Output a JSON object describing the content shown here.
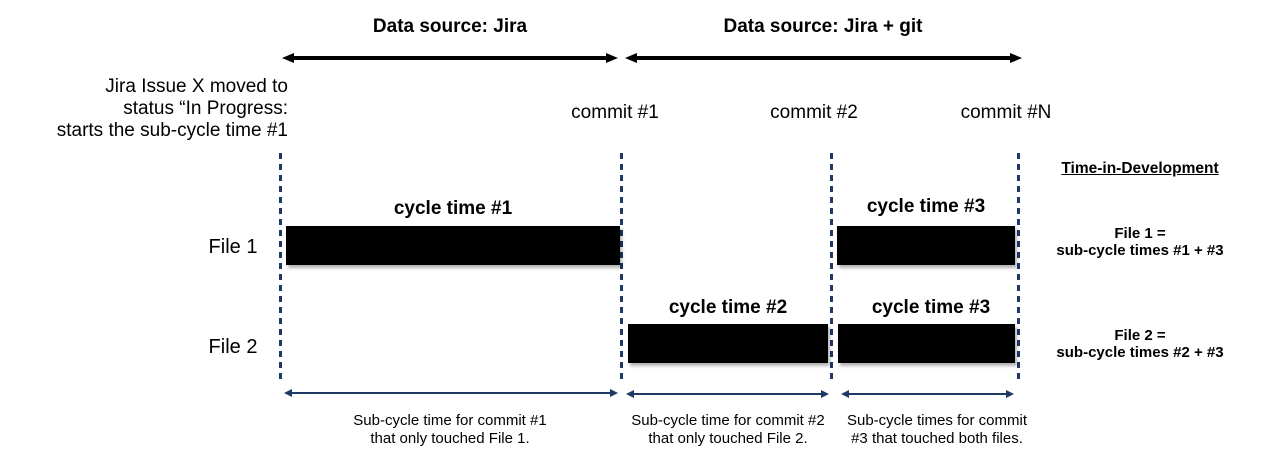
{
  "diagram": {
    "jira_note": {
      "lines": [
        "Jira Issue X moved to",
        "status “In Progress:",
        "starts the sub-cycle time #1"
      ]
    },
    "sections": [
      {
        "label": "Data source: Jira"
      },
      {
        "label": "Data source: Jira + git"
      }
    ],
    "commits": [
      "commit #1",
      "commit #2",
      "commit #N"
    ],
    "rows": [
      {
        "label": "File 1",
        "bars": [
          {
            "label": "cycle time #1"
          },
          {
            "label": "cycle time #3"
          }
        ]
      },
      {
        "label": "File 2",
        "bars": [
          {
            "label": "cycle time #2"
          },
          {
            "label": "cycle time #3"
          }
        ]
      }
    ],
    "footnotes": [
      {
        "lines": [
          "Sub-cycle time for commit #1",
          "that only touched File 1."
        ]
      },
      {
        "lines": [
          "Sub-cycle time for commit #2",
          "that only touched File 2."
        ]
      },
      {
        "lines": [
          "Sub-cycle times for commit",
          "#3 that touched both files."
        ]
      }
    ],
    "summary": {
      "title": "Time-in-Development",
      "items": [
        {
          "lines": [
            "File 1 =",
            "sub-cycle times #1 + #3"
          ]
        },
        {
          "lines": [
            "File 2 =",
            "sub-cycle times #2 + #3"
          ]
        }
      ]
    },
    "colors": {
      "bar": "#000000",
      "top_arrow": "#000000",
      "dashed_line": "#1f3864",
      "span_arrow": "#1f3864",
      "text": "#000000",
      "background": "#ffffff"
    }
  }
}
